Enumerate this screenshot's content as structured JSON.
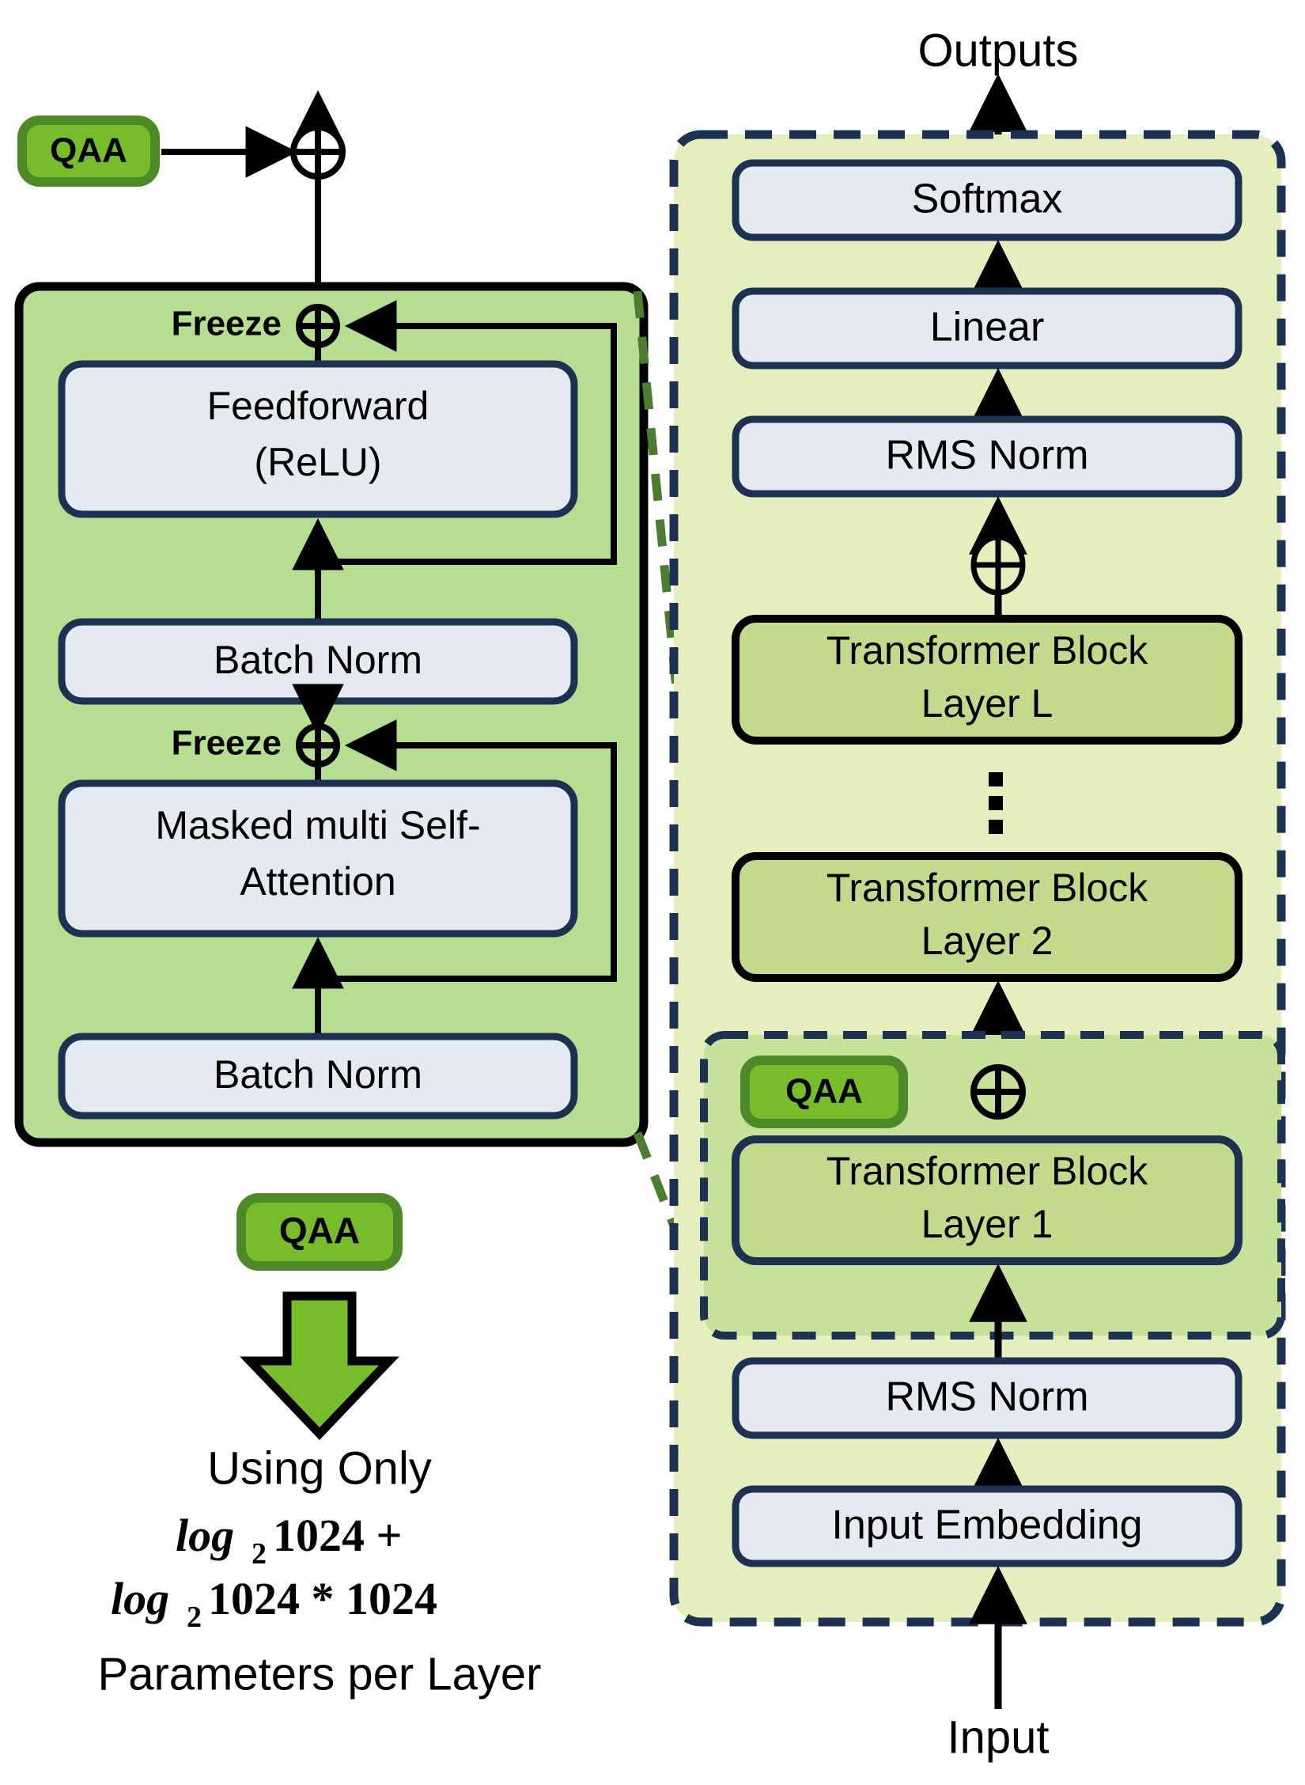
{
  "colors": {
    "qaa_fill": "#76bc2b",
    "qaa_stroke": "#4b8a26",
    "left_panel_fill": "#b6de90",
    "left_panel_stroke": "#000000",
    "inner_box_fill": "#e5e9f0",
    "inner_box_stroke": "#1d3253",
    "right_outer_fill": "#e5eebd",
    "right_outer_stroke": "#1d3253",
    "right_inner_fill": "#c7e09a",
    "transformer_fill": "#c2da8c",
    "transformer_stroke": "#000000",
    "dashed_connector": "#4b7c30",
    "arrow": "#000000",
    "text": "#000000"
  },
  "left": {
    "qaa_top_label": "QAA",
    "qaa_bottom_label": "QAA",
    "freeze_top_label": "Freeze",
    "freeze_bottom_label": "Freeze",
    "blocks": [
      {
        "id": "feedforward",
        "line1": "Feedforward",
        "line2": "(ReLU)"
      },
      {
        "id": "batch-norm-upper",
        "line1": "Batch Norm",
        "line2": ""
      },
      {
        "id": "masked-attention",
        "line1": "Masked multi Self-",
        "line2": "Attention"
      },
      {
        "id": "batch-norm-lower",
        "line1": "Batch Norm",
        "line2": ""
      }
    ],
    "caption": {
      "line1": "Using Only",
      "line2_log": "log",
      "line2_sub": "2",
      "line2_rest": "1024 +",
      "line3_log": "log",
      "line3_sub": "2",
      "line3_rest": "1024 * 1024",
      "line4": "Parameters per Layer"
    }
  },
  "right": {
    "outputs_label": "Outputs",
    "input_label": "Input",
    "qaa_label": "QAA",
    "ellipsis": "⋮",
    "stack": [
      {
        "id": "softmax",
        "label": "Softmax",
        "kind": "plain"
      },
      {
        "id": "linear",
        "label": "Linear",
        "kind": "plain"
      },
      {
        "id": "rms-norm-top",
        "label": "RMS Norm",
        "kind": "plain"
      },
      {
        "id": "transformer-block-l",
        "line1": "Transformer Block",
        "line2": "Layer L",
        "kind": "transformer"
      },
      {
        "id": "transformer-block-2",
        "line1": "Transformer Block",
        "line2": "Layer 2",
        "kind": "transformer"
      },
      {
        "id": "transformer-block-1",
        "line1": "Transformer Block",
        "line2": "Layer 1",
        "kind": "transformer"
      },
      {
        "id": "rms-norm-bottom",
        "label": "RMS Norm",
        "kind": "plain"
      },
      {
        "id": "input-embedding",
        "label": "Input Embedding",
        "kind": "plain"
      }
    ]
  }
}
